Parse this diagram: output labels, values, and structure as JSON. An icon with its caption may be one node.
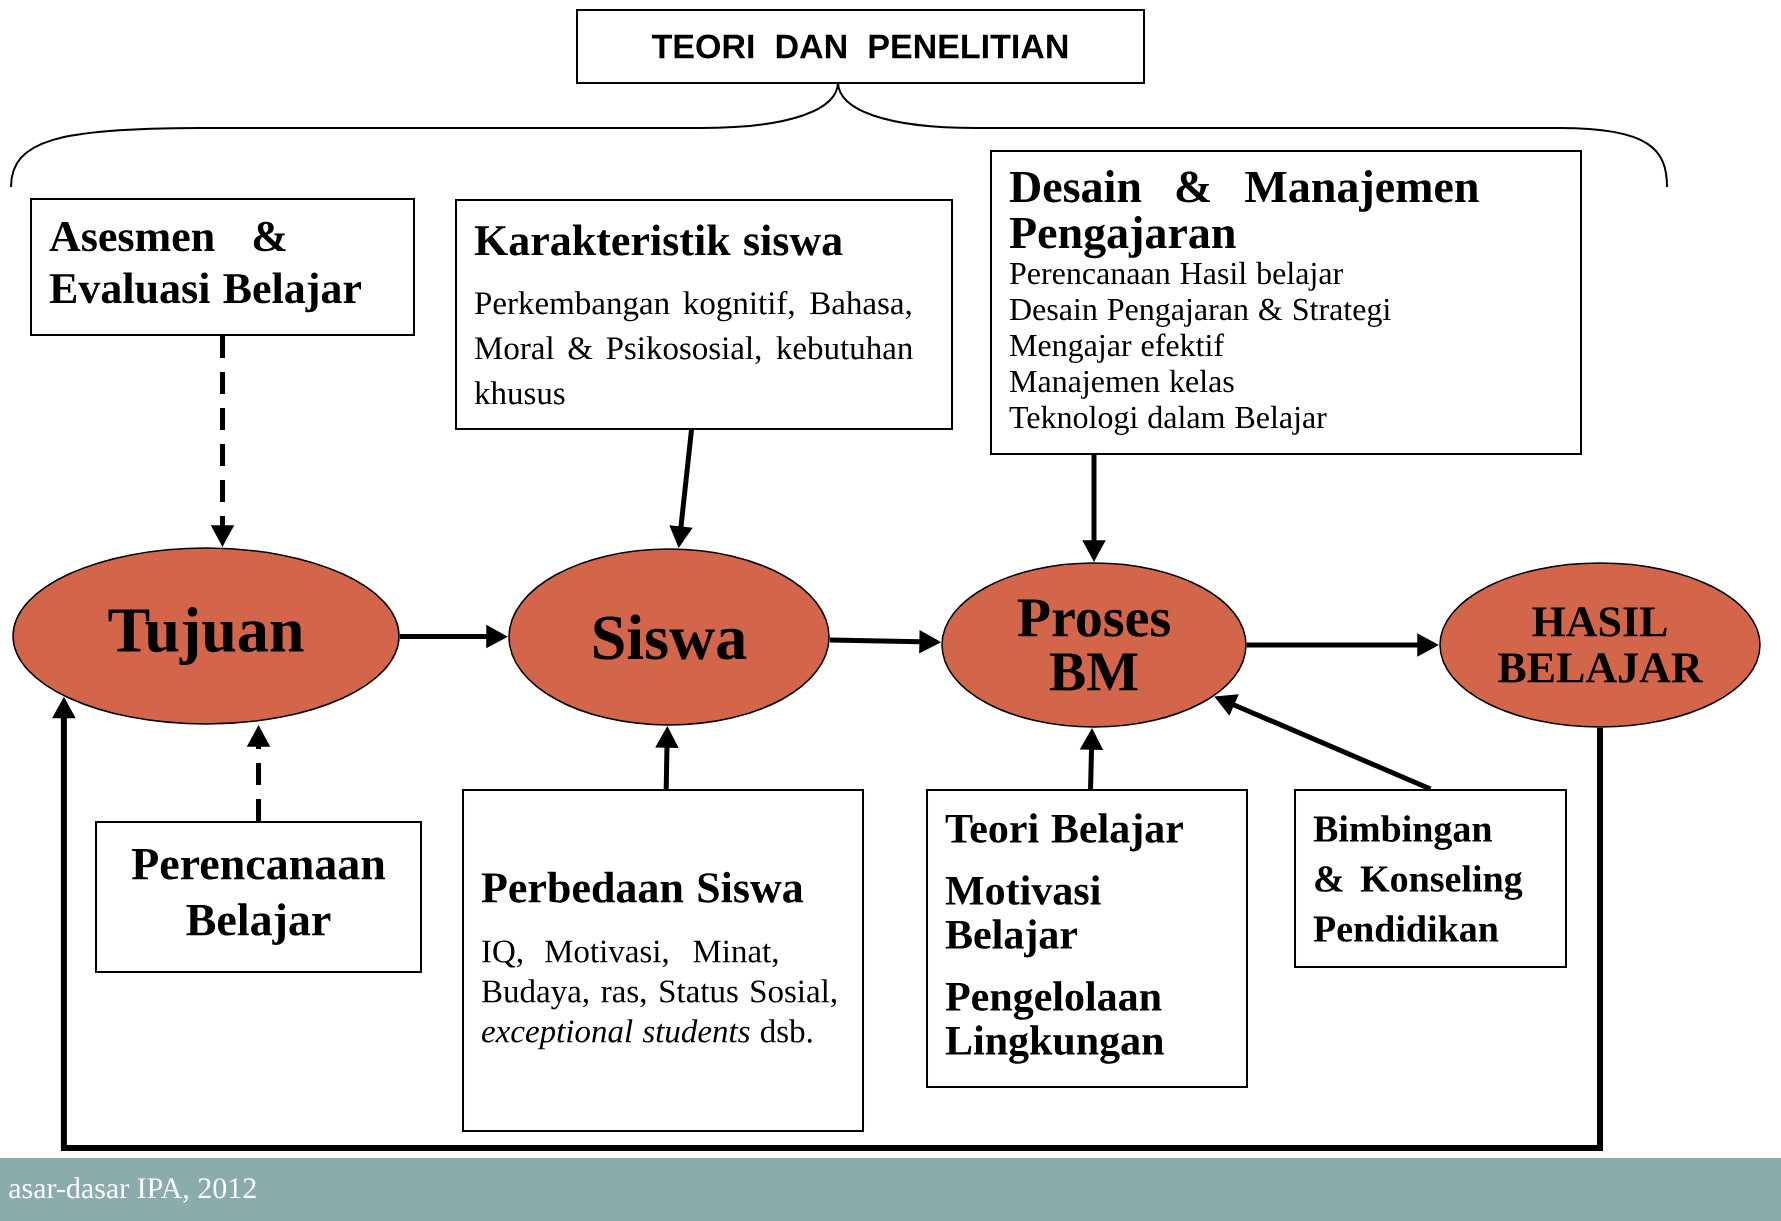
{
  "diagram": {
    "nodes": [
      {
        "text": [
          "TEORI DAN PENELITIAN"
        ]
      },
      {
        "text": [
          "Asesmen & Evaluasi Belajar"
        ]
      },
      {
        "text": [
          "Karakteristik siswa",
          "Perkembangan kognitif, Bahasa, Moral & Psikososial, kebutuhan khusus"
        ]
      },
      {
        "text": [
          "Desain & Manajemen Pengajaran",
          "Perencanaan Hasil belajar",
          "Desain Pengajaran & Strategi",
          "Mengajar efektif",
          "Manajemen kelas",
          "Teknologi dalam Belajar"
        ]
      },
      {
        "text": [
          "Tujuan"
        ]
      },
      {
        "text": [
          "Siswa"
        ]
      },
      {
        "text": [
          "Proses BM"
        ]
      },
      {
        "text": [
          "HASIL BELAJAR"
        ]
      },
      {
        "text": [
          "Perencanaan Belajar"
        ]
      },
      {
        "text": [
          "Perbedaan Siswa",
          "IQ, Motivasi, Minat, Budaya, ras, Status Sosial, *exceptional students* dsb."
        ]
      },
      {
        "text": [
          "Teori Belajar",
          "Motivasi Belajar",
          "Pengelolaan Lingkungan"
        ]
      },
      {
        "text": [
          "Bimbingan & Konseling Pendidikan"
        ]
      }
    ],
    "edges": [
      {
        "from": 1,
        "to": 4,
        "arrow": "to",
        "style": "dashed"
      },
      {
        "from": 2,
        "to": 5,
        "arrow": "to"
      },
      {
        "from": 3,
        "to": 6,
        "arrow": "to"
      },
      {
        "from": 4,
        "to": 5,
        "arrow": "to"
      },
      {
        "from": 5,
        "to": 6,
        "arrow": "to"
      },
      {
        "from": 6,
        "to": 7,
        "arrow": "to"
      },
      {
        "from": 11,
        "to": 6,
        "arrow": "to"
      },
      {
        "from": 8,
        "to": 4,
        "arrow": "to",
        "style": "dashed"
      },
      {
        "from": 9,
        "to": 5,
        "arrow": "to"
      },
      {
        "from": 10,
        "to": 6,
        "arrow": "to"
      },
      {
        "from": 7,
        "to": 4,
        "arrow": "to"
      }
    ],
    "labels": [
      "asar-dasar IPA, 2012"
    ]
  }
}
